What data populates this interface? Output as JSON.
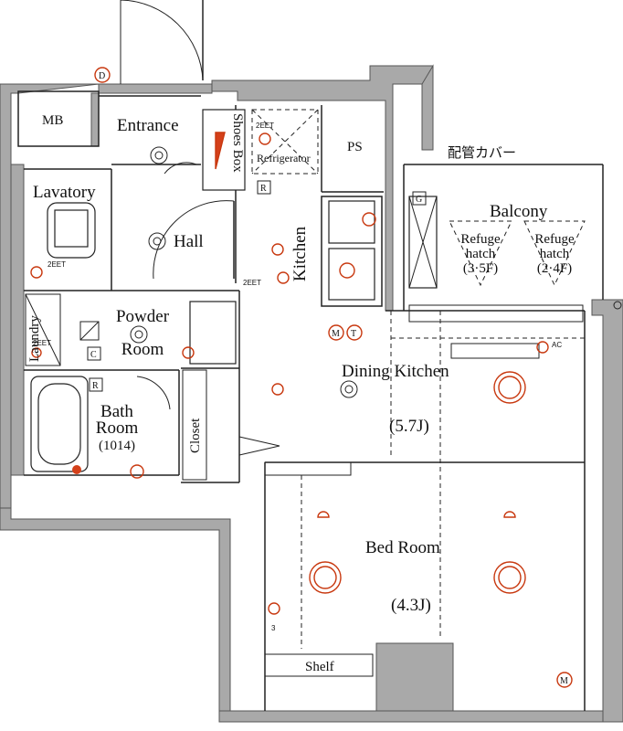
{
  "rooms": {
    "mb": "MB",
    "entrance": "Entrance",
    "shoes_box": "Shoes Box",
    "refrigerator": "Refrigerator",
    "ps": "PS",
    "pipe_cover": "配管カバー",
    "lavatory": "Lavatory",
    "hall": "Hall",
    "kitchen": "Kitchen",
    "balcony": "Balcony",
    "refuge_hatch_1": [
      "Refuge",
      "hatch",
      "(3·5F)"
    ],
    "refuge_hatch_2": [
      "Refuge",
      "hatch",
      "(2·4F)"
    ],
    "powder_room": [
      "Powder",
      "Room"
    ],
    "laundry": "Laundry",
    "bath_room": [
      "Bath",
      "Room",
      "(1014)"
    ],
    "closet": "Closet",
    "dining_kitchen": "Dining Kitchen",
    "dining_kitchen_area": "(5.7J)",
    "bed_room": "Bed Room",
    "bed_room_area": "(4.3J)",
    "shelf": "Shelf"
  },
  "symbols": {
    "door_mark": "D",
    "r_mark": "R",
    "g_mark": "G",
    "c_mark": "C",
    "m_mark": "M",
    "t_mark": "T",
    "outlet_2eet": "2EET",
    "outlet_ac": "AC",
    "outlet_3": "3"
  }
}
